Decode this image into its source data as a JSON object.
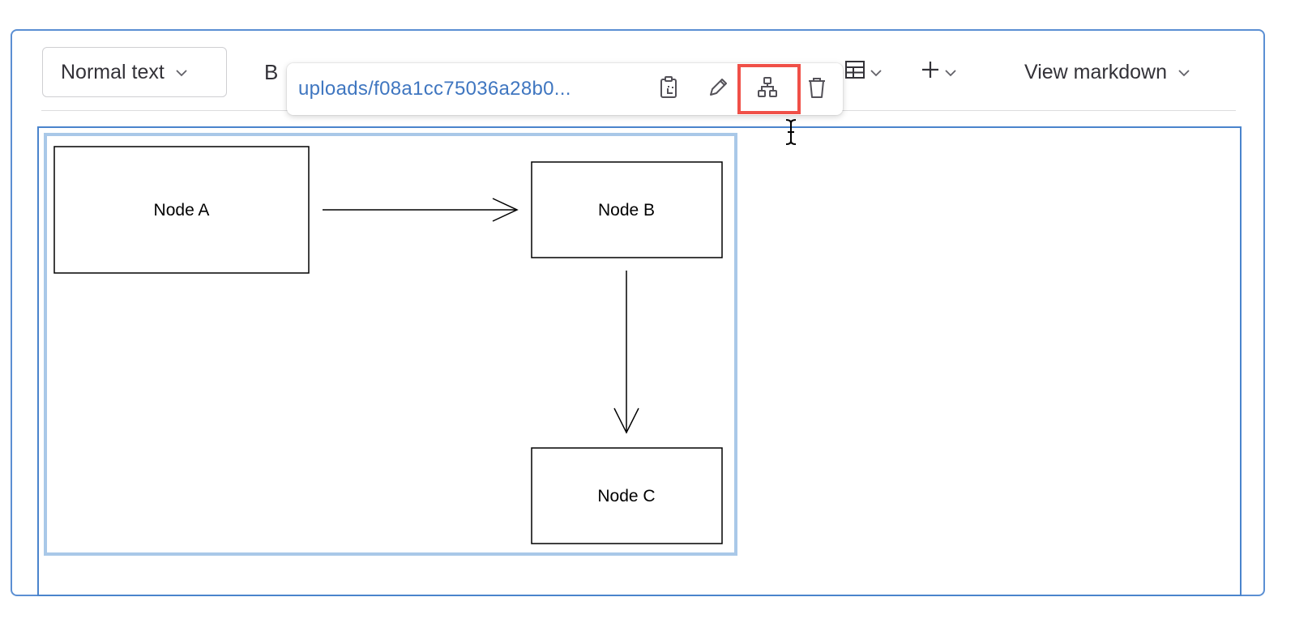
{
  "toolbar": {
    "text_style": "Normal text",
    "bold_label": "B",
    "view_markdown": "View markdown",
    "icons": [
      "chevron-down-icon",
      "table-icon",
      "plus-icon"
    ]
  },
  "link_popover": {
    "url": "uploads/f08a1cc75036a28b0...",
    "actions": [
      "copy-link-icon",
      "edit-pencil-icon",
      "diagram-icon",
      "trash-icon"
    ]
  },
  "diagram": {
    "nodes": [
      "Node A",
      "Node B",
      "Node C"
    ],
    "edges": [
      {
        "from": "Node A",
        "to": "Node B"
      },
      {
        "from": "Node B",
        "to": "Node C"
      }
    ]
  },
  "colors": {
    "accent": "#4a84cc",
    "link": "#3f76c0",
    "highlight": "#f05048",
    "selection": "#a9c8e8"
  }
}
